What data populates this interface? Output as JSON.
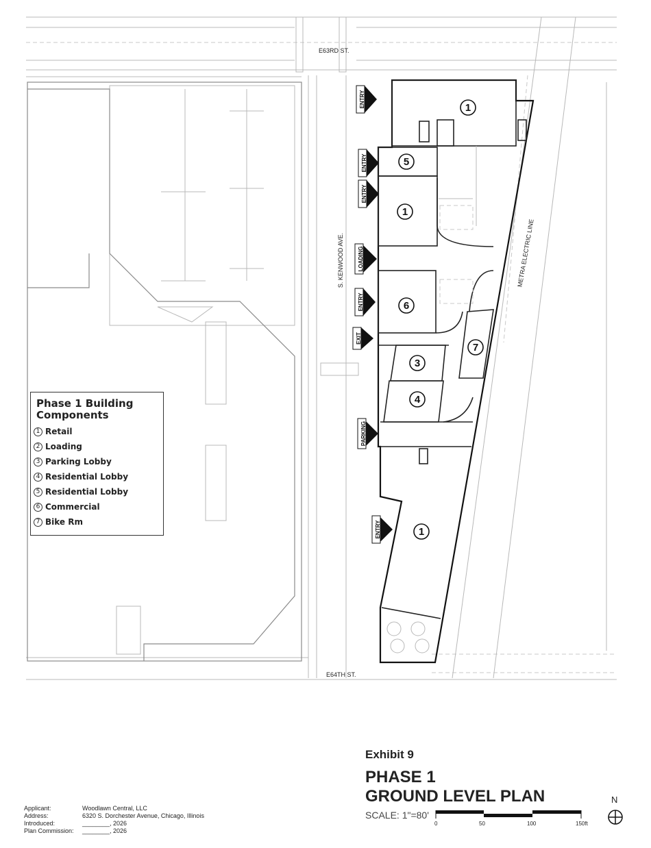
{
  "streets": {
    "north": "E63RD ST.",
    "south": "E64TH ST.",
    "west": "S. KENWOOD AVE.",
    "rail": "METRA ELECTRIC LINE"
  },
  "access_tags": [
    "ENTRY",
    "ENTRY",
    "ENTRY",
    "LOADING",
    "ENTRY",
    "EXIT",
    "PARKING",
    "ENTRY"
  ],
  "room_numbers": [
    "1",
    "5",
    "1",
    "6",
    "7",
    "3",
    "4",
    "1"
  ],
  "legend": {
    "title_line1": "Phase 1 Building",
    "title_line2": "Components",
    "items": [
      {
        "num": "1",
        "label": "Retail"
      },
      {
        "num": "2",
        "label": "Loading"
      },
      {
        "num": "3",
        "label": "Parking Lobby"
      },
      {
        "num": "4",
        "label": "Residential Lobby"
      },
      {
        "num": "5",
        "label": "Residential Lobby"
      },
      {
        "num": "6",
        "label": "Commercial"
      },
      {
        "num": "7",
        "label": "Bike Rm"
      }
    ]
  },
  "title": {
    "exhibit": "Exhibit 9",
    "line1": "PHASE 1",
    "line2": "GROUND LEVEL PLAN",
    "scale": "SCALE: 1\"=80'",
    "scale_ticks": [
      "0",
      "50",
      "100",
      "150ft"
    ],
    "north": "N"
  },
  "applicant": {
    "labels": [
      "Applicant:",
      "Address:",
      "Introduced:",
      "Plan Commission:"
    ],
    "values": [
      "Woodlawn Central, LLC",
      "6320 S. Dorchester Avenue, Chicago, Illinois",
      "________, 2026",
      "________, 2026"
    ]
  }
}
